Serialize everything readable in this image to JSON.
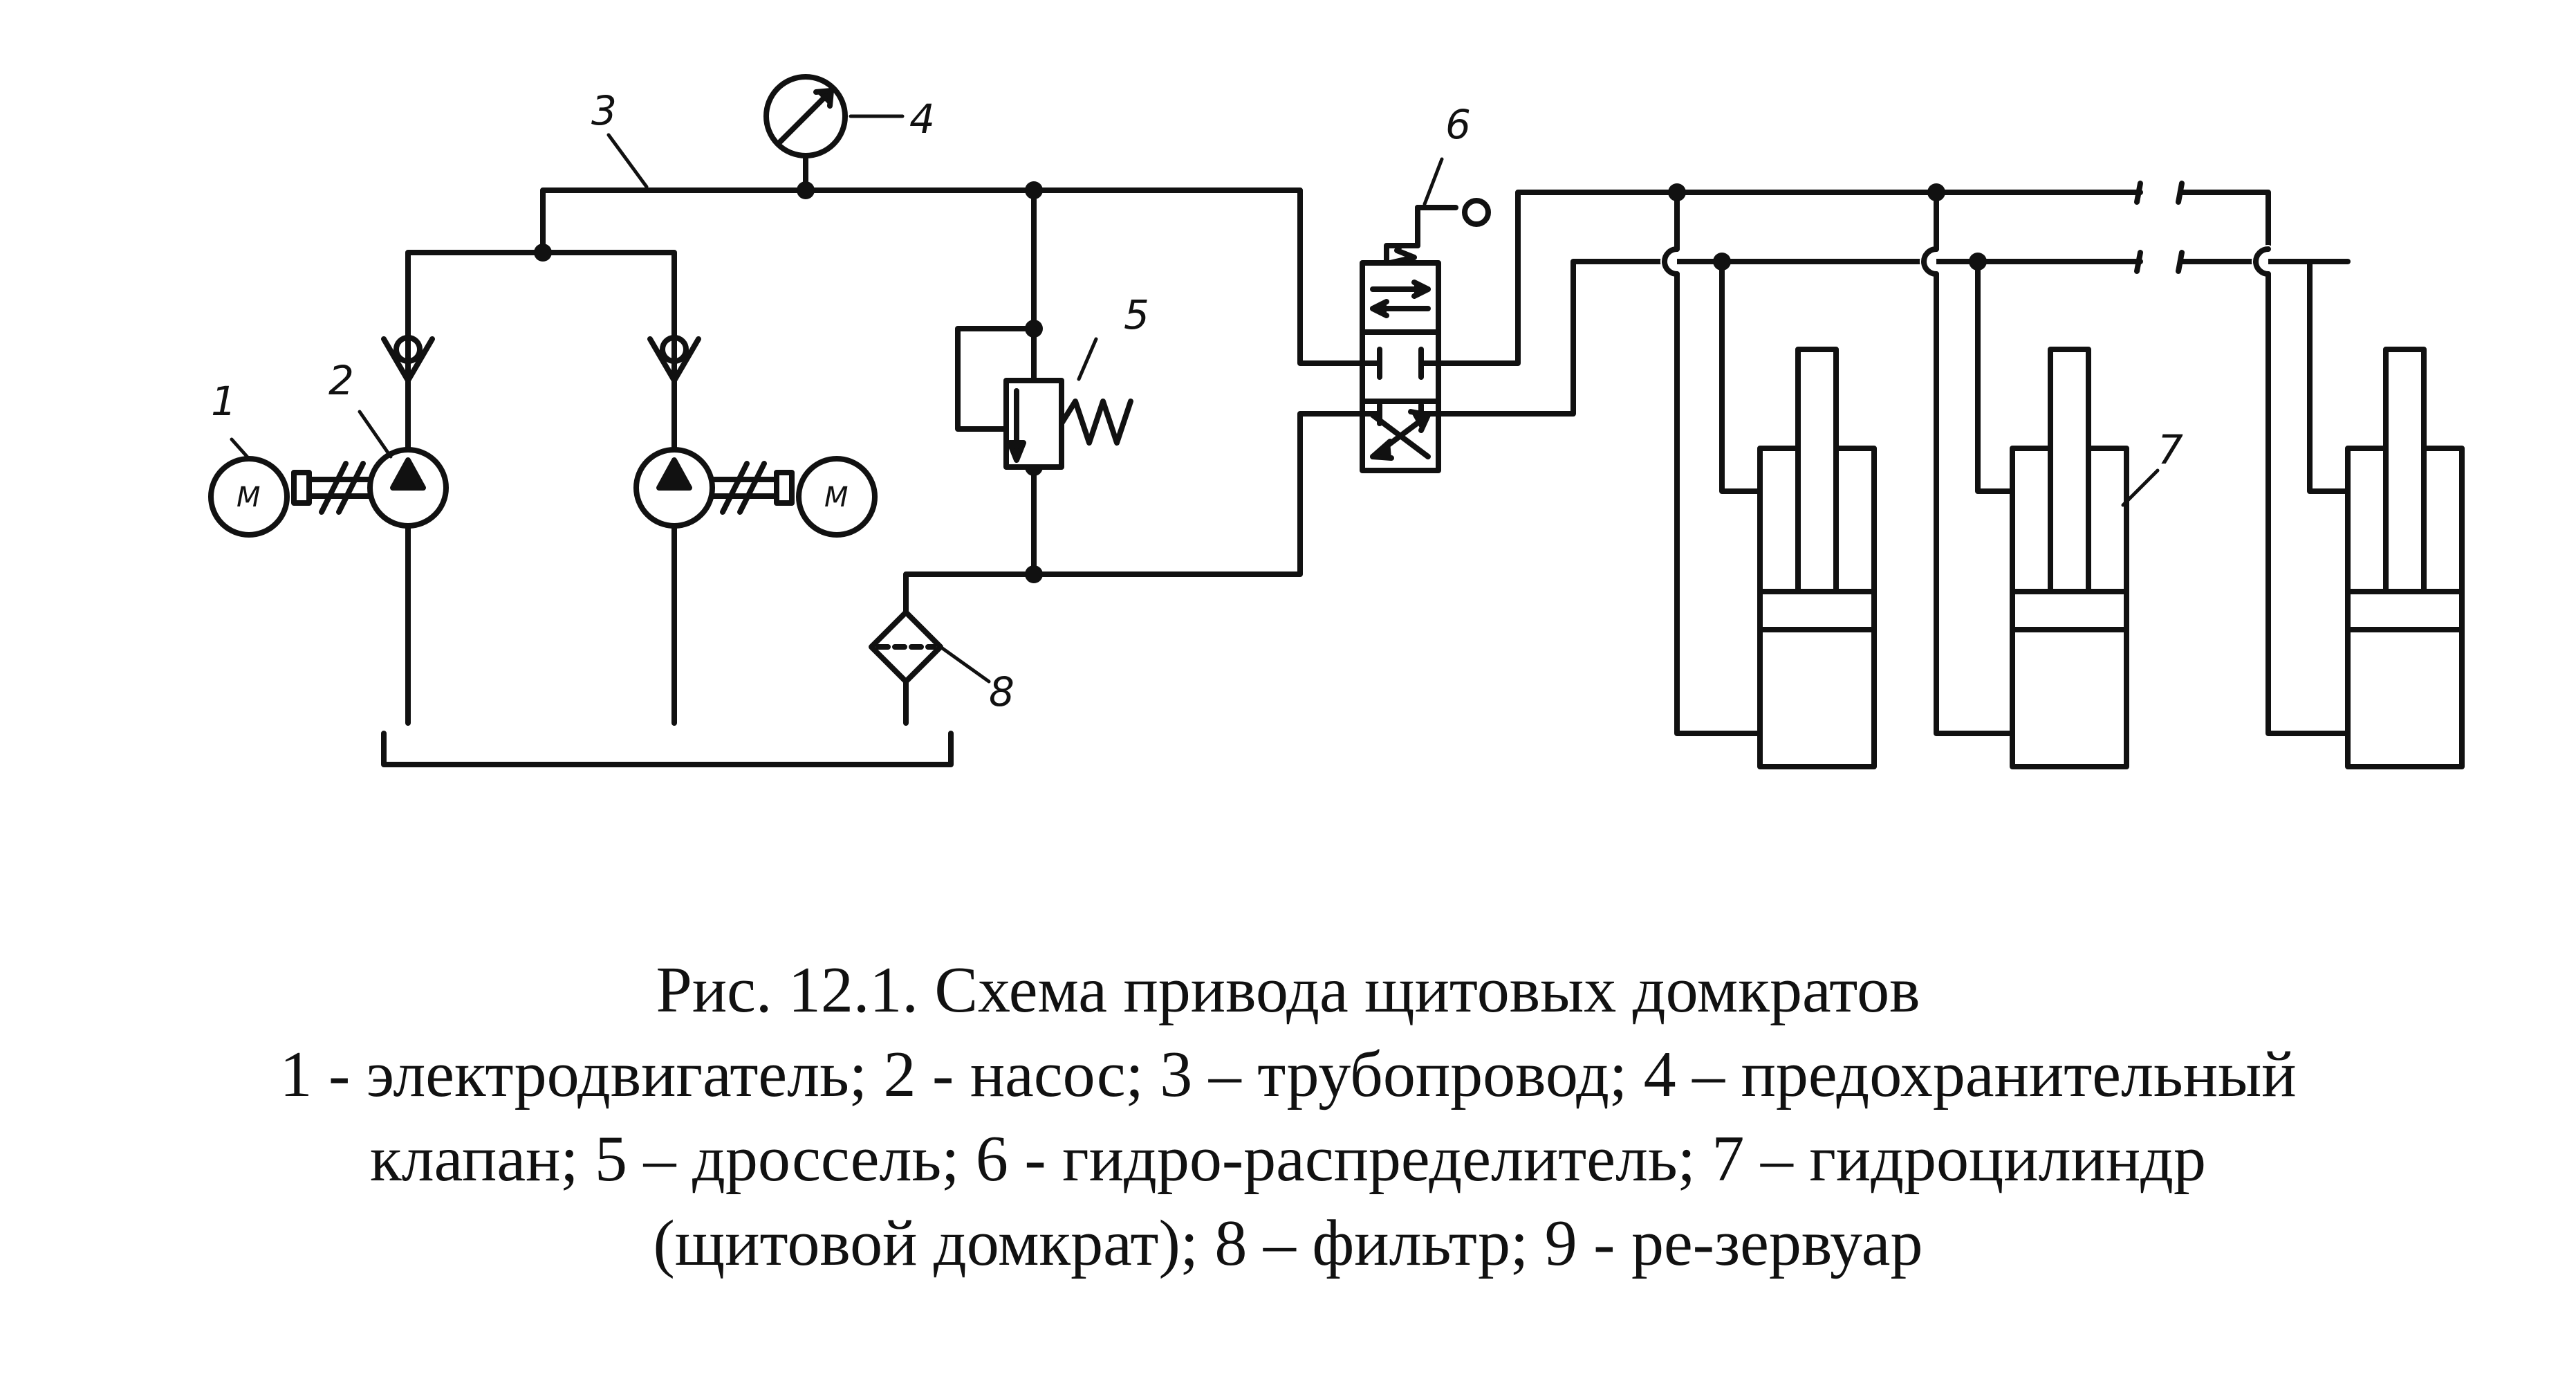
{
  "labels": {
    "l1": "1",
    "l2": "2",
    "l3": "3",
    "l4": "4",
    "l5": "5",
    "l6": "6",
    "l7": "7",
    "l8": "8",
    "motor_left": "M",
    "motor_right": "M"
  },
  "caption": {
    "title": "Рис. 12.1. Схема привода щитовых домкратов",
    "line1": "1 - электродвигатель; 2 - насос; 3 – трубопровод; 4 – предохранительный",
    "line2": "клапан; 5 – дроссель;  6 - гидро-распределитель;  7 – гидроцилиндр",
    "line3": "(щитовой домкрат); 8 – фильтр; 9 - ре-зервуар"
  }
}
